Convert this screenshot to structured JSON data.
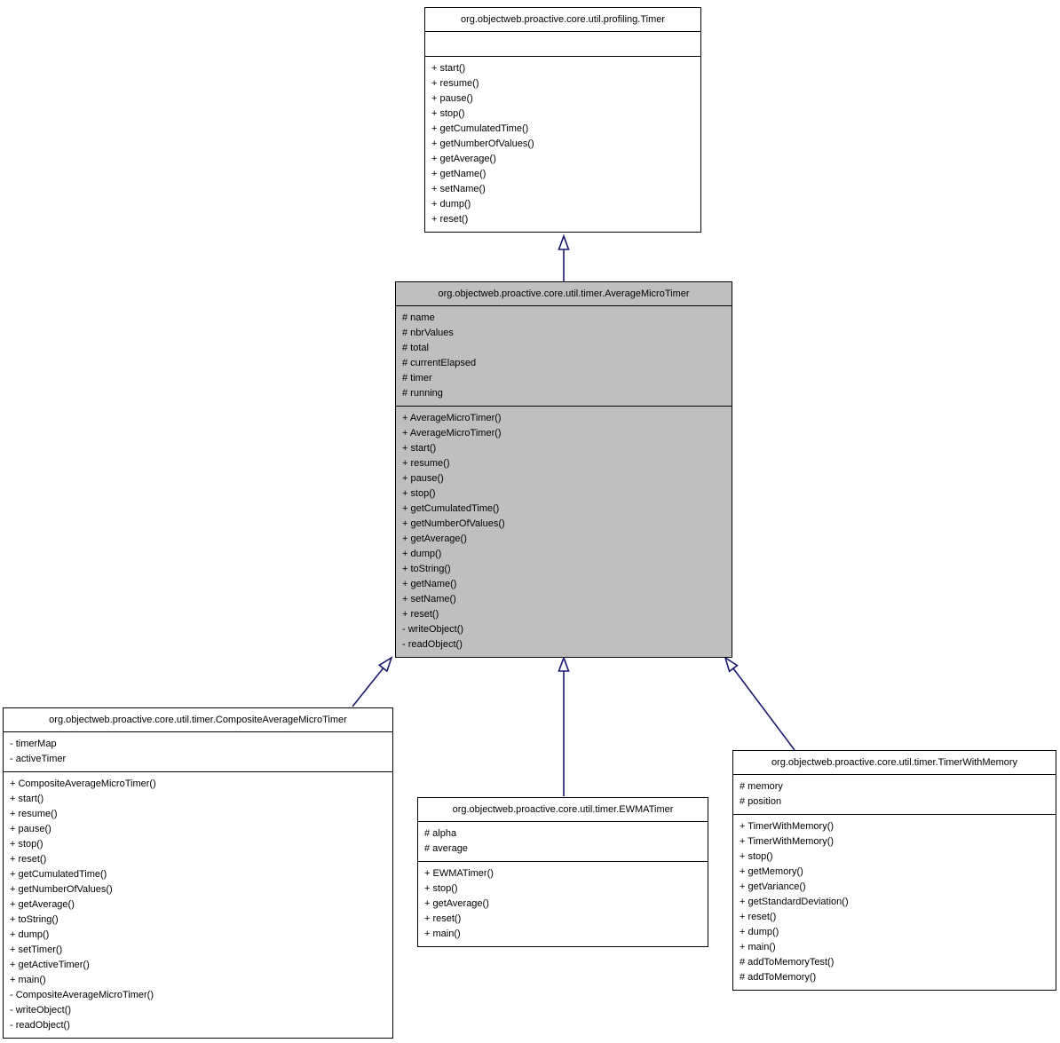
{
  "diagram": {
    "type": "uml-class-inheritance-diagram",
    "colors": {
      "edge": "#191970",
      "node_fill": "#ffffff",
      "highlight_fill": "#bfbfbf",
      "border": "#000000",
      "background": "#ffffff"
    },
    "classes": {
      "timer": {
        "title": "org.objectweb.proactive.core.util.profiling.Timer",
        "fields": [],
        "methods": [
          "+ start()",
          "+ resume()",
          "+ pause()",
          "+ stop()",
          "+ getCumulatedTime()",
          "+ getNumberOfValues()",
          "+ getAverage()",
          "+ getName()",
          "+ setName()",
          "+ dump()",
          "+ reset()"
        ]
      },
      "average_micro_timer": {
        "title": "org.objectweb.proactive.core.util.timer.AverageMicroTimer",
        "highlighted": true,
        "fields": [
          "# name",
          "# nbrValues",
          "# total",
          "# currentElapsed",
          "# timer",
          "# running"
        ],
        "methods": [
          "+ AverageMicroTimer()",
          "+ AverageMicroTimer()",
          "+ start()",
          "+ resume()",
          "+ pause()",
          "+ stop()",
          "+ getCumulatedTime()",
          "+ getNumberOfValues()",
          "+ getAverage()",
          "+ dump()",
          "+ toString()",
          "+ getName()",
          "+ setName()",
          "+ reset()",
          "- writeObject()",
          "- readObject()"
        ]
      },
      "composite_average_micro_timer": {
        "title": "org.objectweb.proactive.core.util.timer.CompositeAverageMicroTimer",
        "fields": [
          "- timerMap",
          "- activeTimer"
        ],
        "methods": [
          "+ CompositeAverageMicroTimer()",
          "+ start()",
          "+ resume()",
          "+ pause()",
          "+ stop()",
          "+ reset()",
          "+ getCumulatedTime()",
          "+ getNumberOfValues()",
          "+ getAverage()",
          "+ toString()",
          "+ dump()",
          "+ setTimer()",
          "+ getActiveTimer()",
          "+ main()",
          "- CompositeAverageMicroTimer()",
          "- writeObject()",
          "- readObject()"
        ]
      },
      "ewma_timer": {
        "title": "org.objectweb.proactive.core.util.timer.EWMATimer",
        "fields": [
          "# alpha",
          "# average"
        ],
        "methods": [
          "+ EWMATimer()",
          "+ stop()",
          "+ getAverage()",
          "+ reset()",
          "+ main()"
        ]
      },
      "timer_with_memory": {
        "title": "org.objectweb.proactive.core.util.timer.TimerWithMemory",
        "fields": [
          "# memory",
          "# position"
        ],
        "methods": [
          "+ TimerWithMemory()",
          "+ TimerWithMemory()",
          "+ stop()",
          "+ getMemory()",
          "+ getVariance()",
          "+ getStandardDeviation()",
          "+ reset()",
          "+ dump()",
          "+ main()",
          "# addToMemoryTest()",
          "# addToMemory()"
        ]
      }
    },
    "edges": [
      {
        "from": "average_micro_timer",
        "to": "timer",
        "type": "inheritance"
      },
      {
        "from": "composite_average_micro_timer",
        "to": "average_micro_timer",
        "type": "inheritance"
      },
      {
        "from": "ewma_timer",
        "to": "average_micro_timer",
        "type": "inheritance"
      },
      {
        "from": "timer_with_memory",
        "to": "average_micro_timer",
        "type": "inheritance"
      }
    ]
  }
}
